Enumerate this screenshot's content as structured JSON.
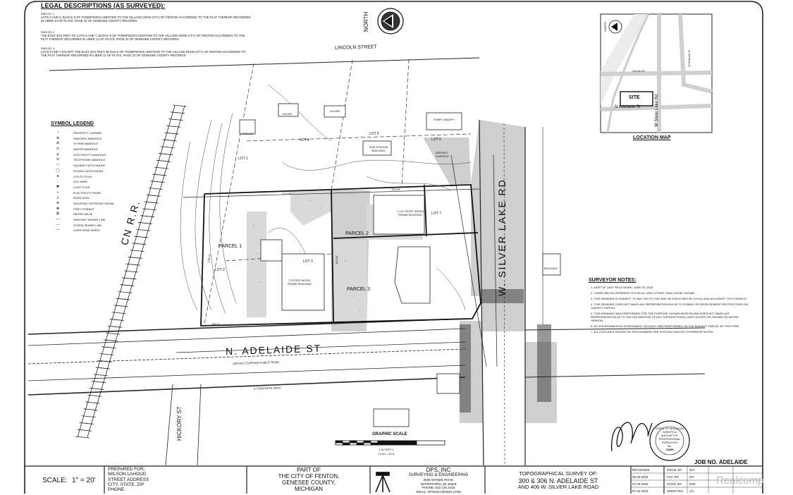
{
  "legal": {
    "heading": "LEGAL DESCRIPTIONS (AS SURVEYED):",
    "parcel1_title": "PARCEL 1",
    "parcel1_text": "LOTS 2 AND 3, BLOCK 8 OF THOMPSON'S ADDITION TO THE VILLAGE (NOW CITY) OF FENTON ACCORDING TO THE PLAT THEREOF RECORDED IN LIBER 14 OF PLATS, PAGE 22 OF GENESEE COUNTY RECORDS",
    "parcel2_title": "PARCEL 2",
    "parcel2_text": "THE EAST 46.5 FEET OF LOTS 6 AND 7, BLOCK 8 OF THOMPSON'S ADDITION TO THE VILLAGE (NOW CITY) OF FENTON ACCORDING TO THE PLAT THEREOF RECORDED IN LIBER 14 OF PLATS, PAGE 22 OF GENESEE COUNTY RECORDS",
    "parcel3_title": "PARCEL 3",
    "parcel3_text": "LOTS 6 AND 7 EXCEPT THE EAST 46.5 FEET, BLOCK 8 OF THOMPSON'S ADDITION TO THE VILLAGE (NOW CITY) OF FENTON ACCORDING TO THE PLAT THEREOF RECORDED IN LIBER 14 OF PLATS, PAGE 22 OF GENESEE COUNTY RECORDS"
  },
  "north_label": "NORTH",
  "symbol_legend": {
    "title": "SYMBOL LEGEND",
    "items": [
      "PROPERTY CORNER",
      "SANITARY MANHOLE",
      "STORM MANHOLE",
      "WATER MANHOLE",
      "ELECTRICITY MANHOLE",
      "TELEPHONE MANHOLE",
      "SQUARE CATCH BASIN",
      "ROUND CATCH BASIN",
      "UTILITY POLE",
      "GUY WIRE",
      "LIGHT POLE",
      "ELECTRICITY RISER",
      "ROAD SIGN",
      "RAILROAD CROSSING SIGNAL",
      "FIRE HYDRANT",
      "WATER VALVE",
      "SANITARY SEWER LINE",
      "STORM SEWER LINE",
      "OVER HEAD WIRES"
    ]
  },
  "streets": {
    "lincoln": "LINCOLN STREET",
    "adelaide": "N. ADELAIDE ST",
    "silver_lake": "W. SILVER LAKE RD",
    "hickory": "HICKORY ST",
    "railroad": "CN R.R."
  },
  "site_labels": {
    "parcel1": "PARCEL 1",
    "parcel2": "PARCEL 2",
    "parcel3": "PARCEL 3",
    "lot1": "LOT 1",
    "lot2": "LOT 2",
    "lot3": "LOT 3",
    "lot4": "LOT 4",
    "lot5": "LOT 5",
    "lot6": "LOT 6",
    "lot7": "LOT 7",
    "house1": "HOUSE",
    "house2": "HOUSE",
    "garage": "GARAGE",
    "pump_canopy": "PUMP CANOPY",
    "gas_station": "GAS STATION BUILDING",
    "building": "BUILDING",
    "asphalt_surface": "ASPHALT SURFACE",
    "wood_frame": "2 STORY WOOD FRAME BUILDING",
    "one_half_story": "1-1/2 STORY WOOD FRAME BUILDING",
    "concrete_walk": "5' CONCRETE WALK",
    "asphalt_road": "ASPHALT SURFACE PUBLIC ROAD",
    "dim1": "117.00'",
    "dim2": "120.00'",
    "dim3": "159.11'",
    "dim4": "129.71'",
    "dim5": "120.00'"
  },
  "location_map": {
    "title": "LOCATION MAP",
    "site": "SITE",
    "lincoln": "Lincoln St",
    "adelaide": "N Adelaide St",
    "silver_lake": "W Silver Lake Rd",
    "roberts": "W Roberts St",
    "north": "NORTH"
  },
  "surveyor_notes": {
    "title": "SURVEYOR NOTES:",
    "items": [
      "1. DATE OF LAST FIELD WORK: JUNE 28, 2018.",
      "2. THERE ARE NO APPARENT PHYSICAL USES OTHER THAN THOSE SHOWN.",
      "3. THIS DRAWING IS SUBJECT TO ANY FACTS THAT MAY BE DISCLOSED BY A FULL AND ACCURATE TITLE SEARCH.",
      "4. THIS DRAWING DOES NOT MAKE ANY REPRESENTATIONS AS TO ZONING OR DEVELOPMENT RESTRICTIONS ON SUBJECT PARCEL.",
      "5. THIS DRAWING WAS PERFORMED FOR THE PURPOSE SHOWN HEREON AND DOES NOT MAKE ANY REPRESENTATION AS TO THE DELINEATION OF ANY JURISDICTIONAL LINES EXCEPT AS SHOWN OR NOTED HEREON.",
      "6. NO ENVIRONMENTAL ASSESSMENT OR AUDIT WAS PERFORMED ON THE SUBJECT PARCEL BY THIS FIRM.",
      "7. ALL FEATURES SHOWN ON THIS DRAWING ARE EXISTING UNLESS OTHERWISE NOTED."
    ]
  },
  "graphic_scale": {
    "title": "GRAPHIC SCALE",
    "unit": "( IN FEET )",
    "ratio": "1 inch = 20 ft."
  },
  "seal": {
    "line1": "STATE OF MICHIGAN",
    "line2": "JOSEPH A.",
    "line3": "MATHATTYS",
    "line4": "PROFESSIONAL",
    "line5": "SURVEYOR",
    "line6": "No.",
    "line7": "21585"
  },
  "job_no": "JOB NO. ADELAIDE",
  "title_block": {
    "scale_label": "SCALE:",
    "scale_value": "1\" = 20'",
    "prepared_for": [
      "PREPARED FOR:",
      "WILSON LAHOUD",
      "STREET ADDRESS",
      "CITY, STATE, ZIP",
      "PHONE:"
    ],
    "location": [
      "PART OF",
      "THE CITY OF FENTON,",
      "GENESEE COUNTY,",
      "MICHIGAN"
    ],
    "firm": [
      "DPS, INC",
      "SURVEYING & ENGINEERING",
      "3595 WANDE ROAD",
      "WATERFORD, MI 48329",
      "PHONE: 810.720.4418",
      "EMAIL: DPSINC1@MSN.COM"
    ],
    "project": [
      "TOPOGRAPHICAL SURVEY OF:",
      "300 & 306 N. ADELAIDE ST",
      "AND 406 W. SILVER LAKE ROAD"
    ],
    "revisions_header": "REVISIONS",
    "revisions": [
      "06.20.2018",
      "07.03.2018",
      "07.10.2018"
    ],
    "meta": [
      [
        "DSGN. BY",
        "N/A"
      ],
      [
        "FLD. BY",
        "DG"
      ],
      [
        "CHKD. BY",
        "DJS"
      ],
      [
        "SHEET NO.",
        "1/1"
      ]
    ]
  },
  "watermark": "Realcomp"
}
